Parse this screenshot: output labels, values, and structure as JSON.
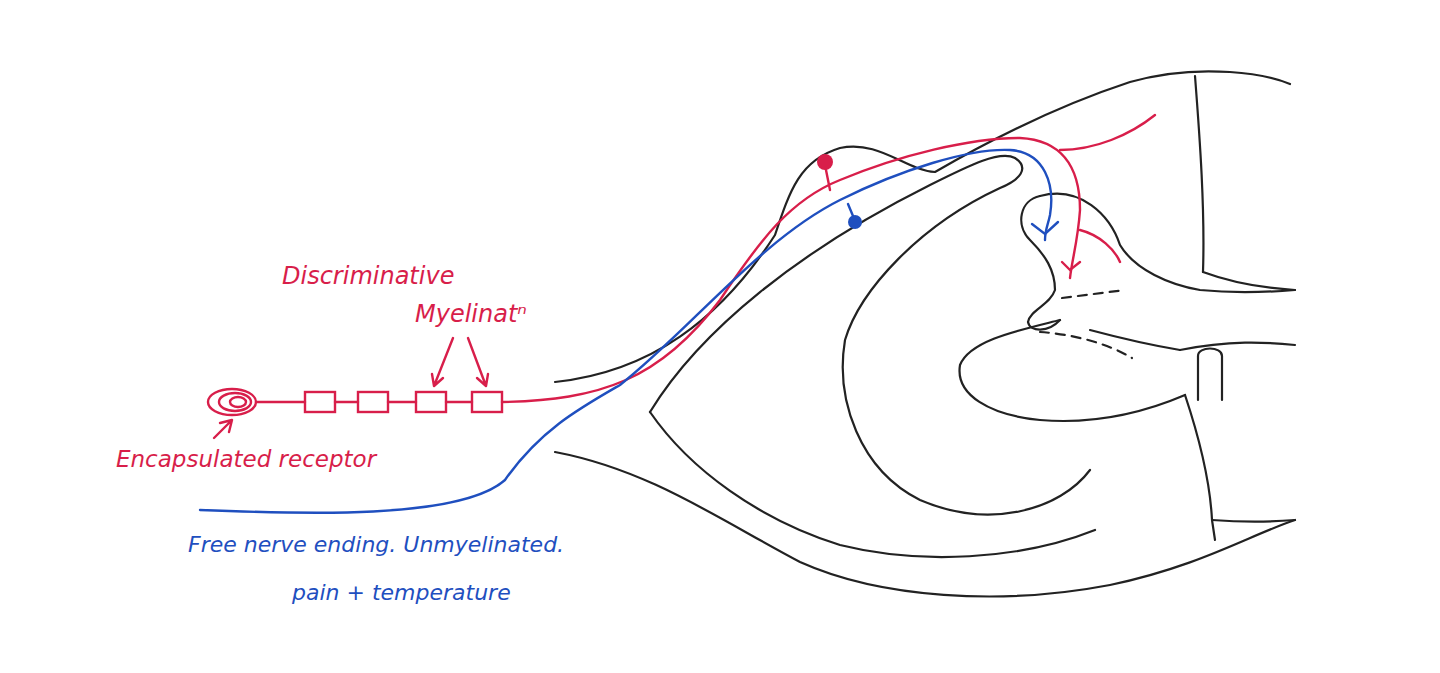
{
  "diagram": {
    "labels": [
      "Discriminative",
      "Myelinatⁿ",
      "Encapsulated receptor",
      "Free nerve ending. Unmyelinated.",
      "pain + temperature"
    ]
  }
}
